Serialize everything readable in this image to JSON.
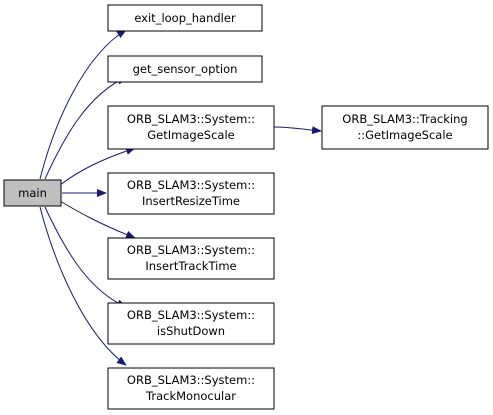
{
  "colors": {
    "edge": "#191970",
    "node_border": "#000000",
    "node_fill": "#ffffff",
    "root_fill": "#bfbfbf",
    "text": "#000000"
  },
  "nodes": {
    "main": {
      "lines": [
        "main"
      ]
    },
    "exit_loop_handler": {
      "lines": [
        "exit_loop_handler"
      ]
    },
    "get_sensor_option": {
      "lines": [
        "get_sensor_option"
      ]
    },
    "system_getimagescale": {
      "lines": [
        "ORB_SLAM3::System::",
        "GetImageScale"
      ]
    },
    "tracking_getimagescale": {
      "lines": [
        "ORB_SLAM3::Tracking",
        "::GetImageScale"
      ]
    },
    "system_insertresizetime": {
      "lines": [
        "ORB_SLAM3::System::",
        "InsertResizeTime"
      ]
    },
    "system_inserttracktime": {
      "lines": [
        "ORB_SLAM3::System::",
        "InsertTrackTime"
      ]
    },
    "system_isshutdown": {
      "lines": [
        "ORB_SLAM3::System::",
        "isShutDown"
      ]
    },
    "system_trackmonocular": {
      "lines": [
        "ORB_SLAM3::System::",
        "TrackMonocular"
      ]
    }
  },
  "edges": [
    [
      "main",
      "exit_loop_handler"
    ],
    [
      "main",
      "get_sensor_option"
    ],
    [
      "main",
      "system_getimagescale"
    ],
    [
      "main",
      "system_insertresizetime"
    ],
    [
      "main",
      "system_inserttracktime"
    ],
    [
      "main",
      "system_isshutdown"
    ],
    [
      "main",
      "system_trackmonocular"
    ],
    [
      "system_getimagescale",
      "tracking_getimagescale"
    ]
  ]
}
